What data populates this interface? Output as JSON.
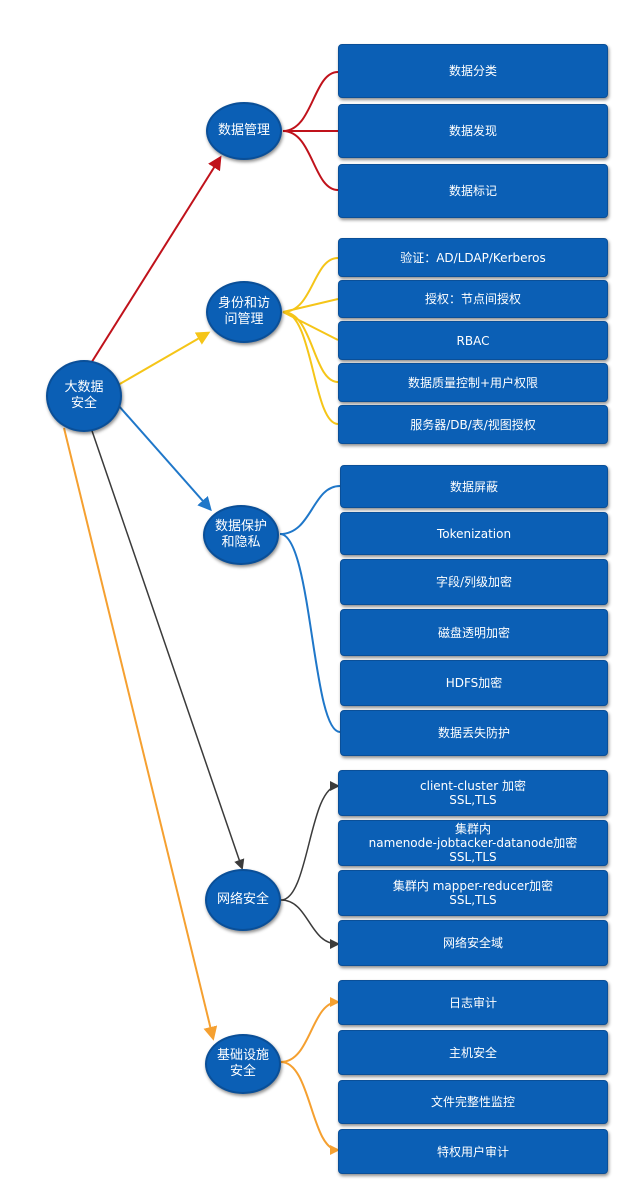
{
  "colors": {
    "box_fill": "#0b5fb5",
    "data_management": "#c0121b",
    "identity_access": "#f5c518",
    "data_protection": "#1f77c9",
    "network_security": "#3b3b3b",
    "infrastructure": "#f5a030"
  },
  "root": {
    "label": "大数据\n安全"
  },
  "branches": [
    {
      "label": "数据管理",
      "items": [
        "数据分类",
        "数据发现",
        "数据标记"
      ]
    },
    {
      "label": "身份和访\n问管理",
      "items": [
        "验证：AD/LDAP/Kerberos",
        "授权：节点间授权",
        "RBAC",
        "数据质量控制+用户权限",
        "服务器/DB/表/视图授权"
      ]
    },
    {
      "label": "数据保护\n和隐私",
      "items": [
        "数据屏蔽",
        "Tokenization",
        "字段/列级加密",
        "磁盘透明加密",
        "HDFS加密",
        "数据丢失防护"
      ]
    },
    {
      "label": "网络安全",
      "items": [
        "client-cluster 加密\nSSL,TLS",
        "集群内\nnamenode-jobtacker-datanode加密\nSSL,TLS",
        "集群内 mapper-reducer加密\nSSL,TLS",
        "网络安全域"
      ]
    },
    {
      "label": "基础设施\n安全",
      "items": [
        "日志审计",
        "主机安全",
        "文件完整性监控",
        "特权用户审计"
      ]
    }
  ]
}
